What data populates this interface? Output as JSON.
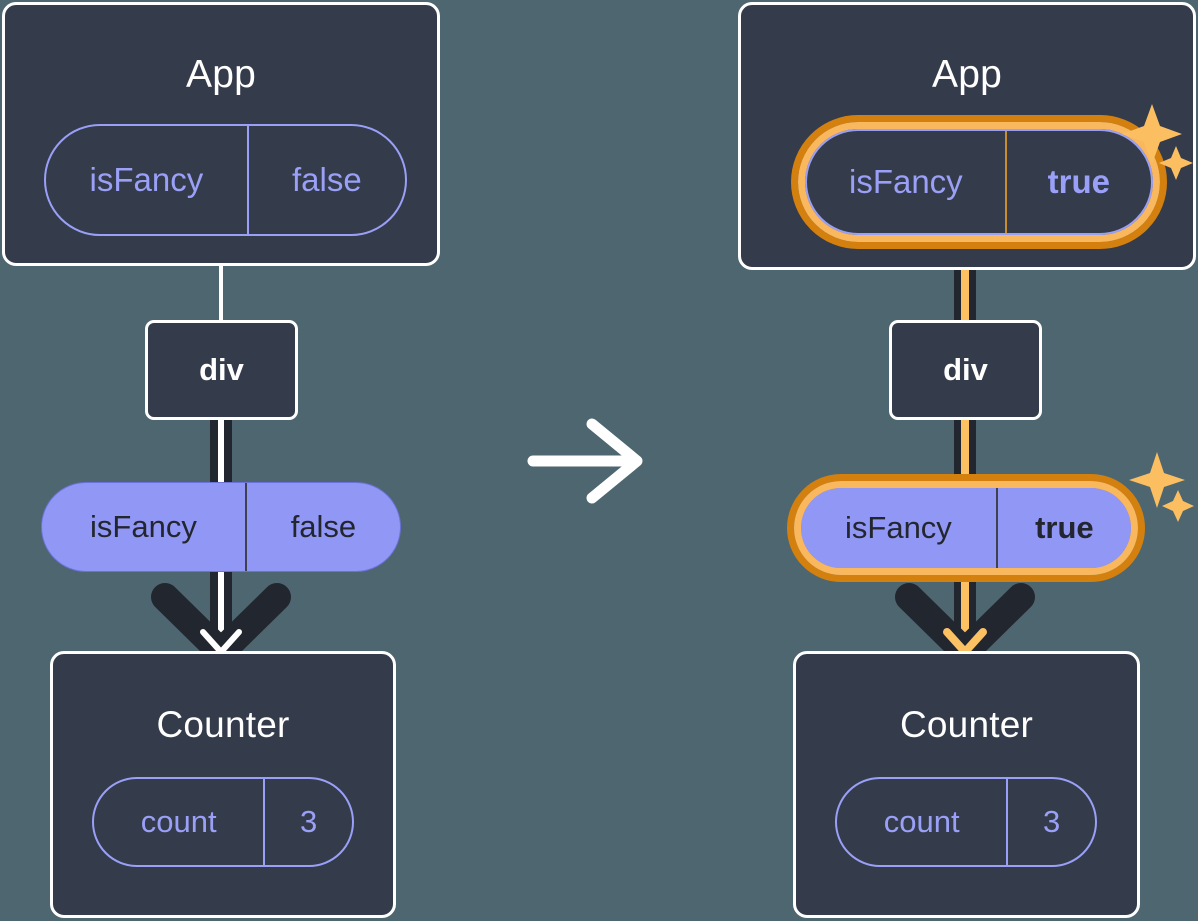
{
  "diagram": {
    "title": "React state update propagation diagram",
    "background_color": "#4d6670",
    "card_color": "#343b4b",
    "accent_purple": "#9097f5",
    "outline_purple": "#9aa0f7",
    "highlight_orange_dark": "#d3800f",
    "highlight_orange_light": "#f9b75e",
    "connector_dark": "#22262f",
    "connector_white": "#ffffff"
  },
  "transition": {
    "arrow_icon": "arrow-right-icon",
    "direction": "left-to-right"
  },
  "before": {
    "app": {
      "title": "App",
      "state_pill": {
        "key": "isFancy",
        "value": "false",
        "style": "outline",
        "highlighted": false
      }
    },
    "div": {
      "label": "div"
    },
    "prop_pill": {
      "key": "isFancy",
      "value": "false",
      "style": "filled",
      "highlighted": false
    },
    "counter": {
      "title": "Counter",
      "state_pill": {
        "key": "count",
        "value": "3",
        "style": "outline",
        "highlighted": false
      }
    }
  },
  "after": {
    "app": {
      "title": "App",
      "state_pill": {
        "key": "isFancy",
        "value": "true",
        "style": "outline",
        "highlighted": true,
        "value_bold": true,
        "sparkle_icon": "sparkles-icon"
      }
    },
    "div": {
      "label": "div"
    },
    "prop_pill": {
      "key": "isFancy",
      "value": "true",
      "style": "filled",
      "highlighted": true,
      "value_bold": true,
      "sparkle_icon": "sparkles-icon"
    },
    "counter": {
      "title": "Counter",
      "state_pill": {
        "key": "count",
        "value": "3",
        "style": "outline",
        "highlighted": false
      }
    }
  }
}
